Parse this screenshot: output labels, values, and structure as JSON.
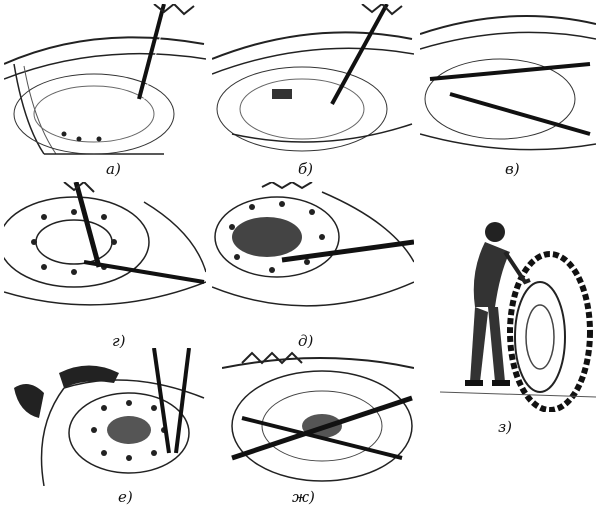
{
  "figure": {
    "captions": [
      "а)",
      "б)",
      "в)",
      "г)",
      "д)",
      "е)",
      "ж)",
      "з)"
    ],
    "panels": [
      {
        "id": "a",
        "subject": "tire-rim-with-single-lever"
      },
      {
        "id": "b",
        "subject": "tire-rim-with-lever-inserted"
      },
      {
        "id": "v",
        "subject": "tire-rim-with-two-levers"
      },
      {
        "id": "g",
        "subject": "wheel-disc-with-lever-vertical"
      },
      {
        "id": "d",
        "subject": "wheel-disc-with-lever-horizontal"
      },
      {
        "id": "e",
        "subject": "wheel-disc-pressed-by-foot-with-levers"
      },
      {
        "id": "zh",
        "subject": "wheel-disc-with-crossed-levers"
      },
      {
        "id": "z",
        "subject": "mechanic-mounting-large-tire"
      }
    ]
  }
}
